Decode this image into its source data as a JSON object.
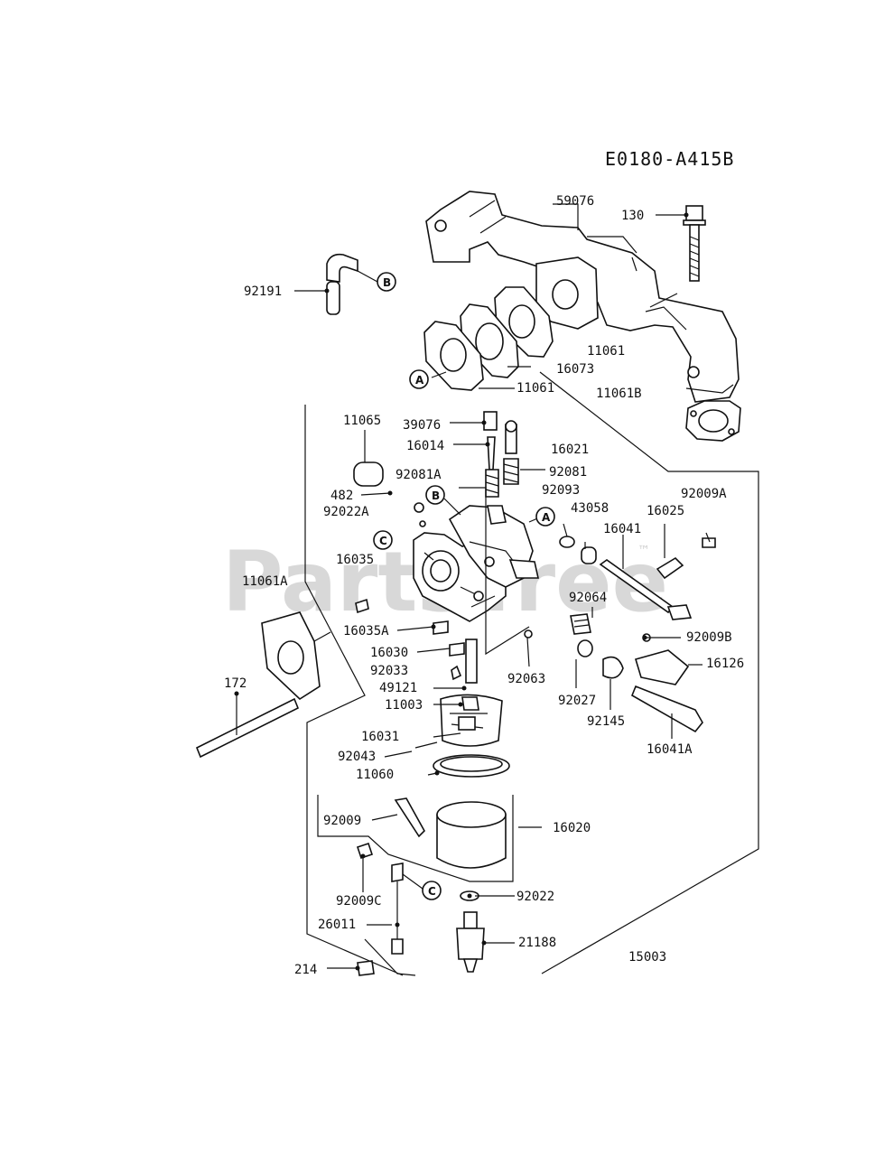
{
  "diagram": {
    "code": "E0180-A415B",
    "watermark": "PartsTree",
    "watermark_tm": "™",
    "labels": {
      "p59076": "59076",
      "p130": "130",
      "p92191": "92191",
      "p11061_upper": "11061",
      "p16073": "16073",
      "p11061_lower": "11061",
      "p11061B": "11061B",
      "p11065": "11065",
      "p39076": "39076",
      "p16014": "16014",
      "p16021": "16021",
      "p92081A": "92081A",
      "p92081": "92081",
      "p92093": "92093",
      "p482": "482",
      "p92022A": "92022A",
      "p43058": "43058",
      "p92009A": "92009A",
      "p16025": "16025",
      "p16041": "16041",
      "p16035": "16035",
      "p11061A": "11061A",
      "p92064": "92064",
      "p16035A": "16035A",
      "p92009B": "92009B",
      "p16030": "16030",
      "p92033": "92033",
      "p16126": "16126",
      "p49121": "49121",
      "p92063": "92063",
      "p92027": "92027",
      "p172": "172",
      "p11003": "11003",
      "p92145": "92145",
      "p16041A": "16041A",
      "p16031": "16031",
      "p92043": "92043",
      "p11060": "11060",
      "p92009": "92009",
      "p16020": "16020",
      "p92009C": "92009C",
      "p92022": "92022",
      "p26011": "26011",
      "p21188": "21188",
      "p15003": "15003",
      "p214": "214"
    },
    "callouts": {
      "a_upper": "A",
      "a_lower": "A",
      "b_upper": "B",
      "b_lower": "B",
      "c_upper": "C",
      "c_lower": "C"
    }
  }
}
